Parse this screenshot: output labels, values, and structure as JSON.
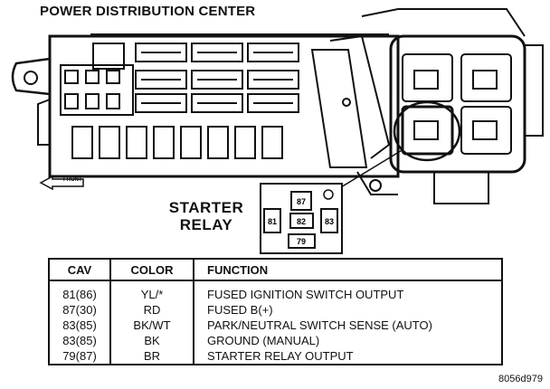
{
  "title": "POWER DISTRIBUTION CENTER",
  "relay_title_line1": "STARTER",
  "relay_title_line2": "RELAY",
  "front_label": "FRONT",
  "relay_pins": {
    "p81": "81",
    "p82": "82",
    "p83": "83",
    "p87": "87",
    "p79": "79"
  },
  "table": {
    "headers": {
      "cav": "CAV",
      "color": "COLOR",
      "function": "FUNCTION"
    },
    "rows": [
      {
        "cav": "81(86)",
        "color": "YL/*",
        "function": "FUSED IGNITION SWITCH OUTPUT"
      },
      {
        "cav": "87(30)",
        "color": "RD",
        "function": "FUSED B(+)"
      },
      {
        "cav": "83(85)",
        "color": "BK/WT",
        "function": "PARK/NEUTRAL SWITCH SENSE (AUTO)"
      },
      {
        "cav": "83(85)",
        "color": "BK",
        "function": "GROUND (MANUAL)"
      },
      {
        "cav": "79(87)",
        "color": "BR",
        "function": "STARTER RELAY OUTPUT"
      }
    ]
  },
  "figure_code": "8056d979"
}
